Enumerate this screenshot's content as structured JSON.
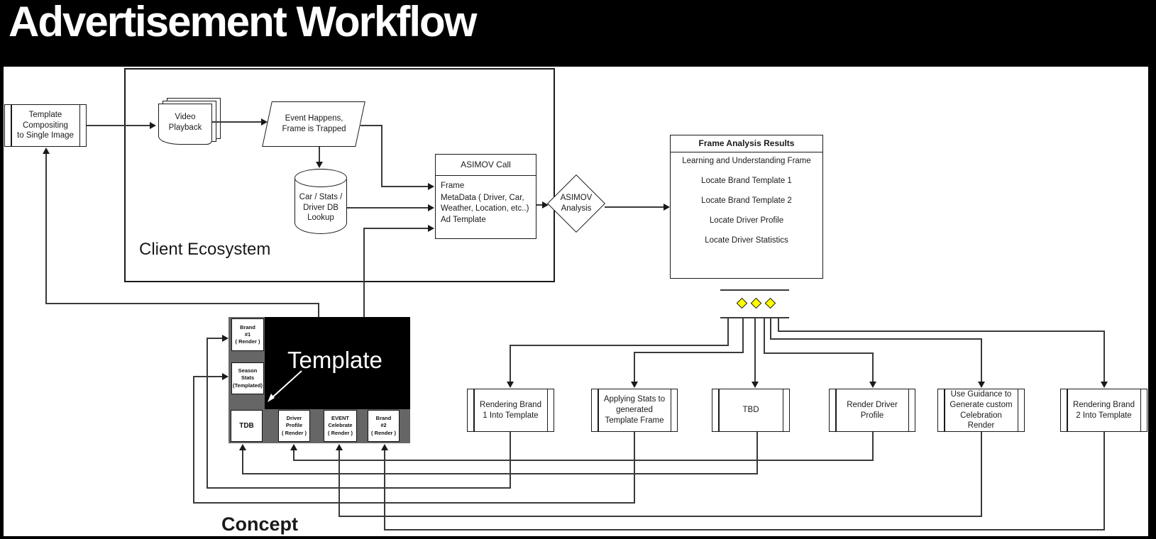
{
  "header": {
    "title": "Advertisement Workflow"
  },
  "colors": {
    "header_bg": "#000000",
    "canvas_bg": "#ffffff",
    "line": "#3a3a3a",
    "decision_diamond_fill": "#ffff00",
    "template_frame": "#666666",
    "template_canvas": "#000000"
  },
  "client_ecosystem": {
    "label": "Client Ecosystem"
  },
  "nodes": {
    "template_compositing": {
      "label": "Template\nCompositing\nto Single Image"
    },
    "video_playback": {
      "label": "Video\nPlayback"
    },
    "event_happens": {
      "label": "Event Happens,\nFrame is Trapped"
    },
    "db_lookup": {
      "label": "Car / Stats /\nDriver DB\nLookup"
    },
    "asimov_call": {
      "title": "ASIMOV Call",
      "rows": [
        "Frame",
        "MetaData ( Driver, Car,\nWeather, Location, etc..)",
        "Ad Template"
      ]
    },
    "asimov_analysis": {
      "label": "ASIMOV\nAnalysis"
    },
    "frame_analysis": {
      "title": "Frame Analysis Results",
      "items": [
        "Learning and Understanding Frame",
        "Locate Brand Template  1",
        "Locate Brand Template 2",
        "Locate Driver Profile",
        "Locate Driver Statistics"
      ]
    }
  },
  "template_block": {
    "big_label": "Template",
    "brand1": "Brand\n#1\n( Render )",
    "season_stats": "Season\nStats\n(Templated)",
    "tdb": "TDB",
    "driver_profile": "Driver\nProfile\n( Render )",
    "event_celebrate": "EVENT\nCelebrate\n( Render )",
    "brand2": "Brand\n#2\n( Render )"
  },
  "bottom_row": [
    "Rendering Brand\n1 Into Template",
    "Applying Stats to\ngenerated\nTemplate Frame",
    "TBD",
    "Render Driver\nProfile",
    "Use Guidance to\nGenerate custom\nCelebration\nRender",
    "Rendering Brand\n2 Into Template"
  ],
  "concept_label": "Concept"
}
